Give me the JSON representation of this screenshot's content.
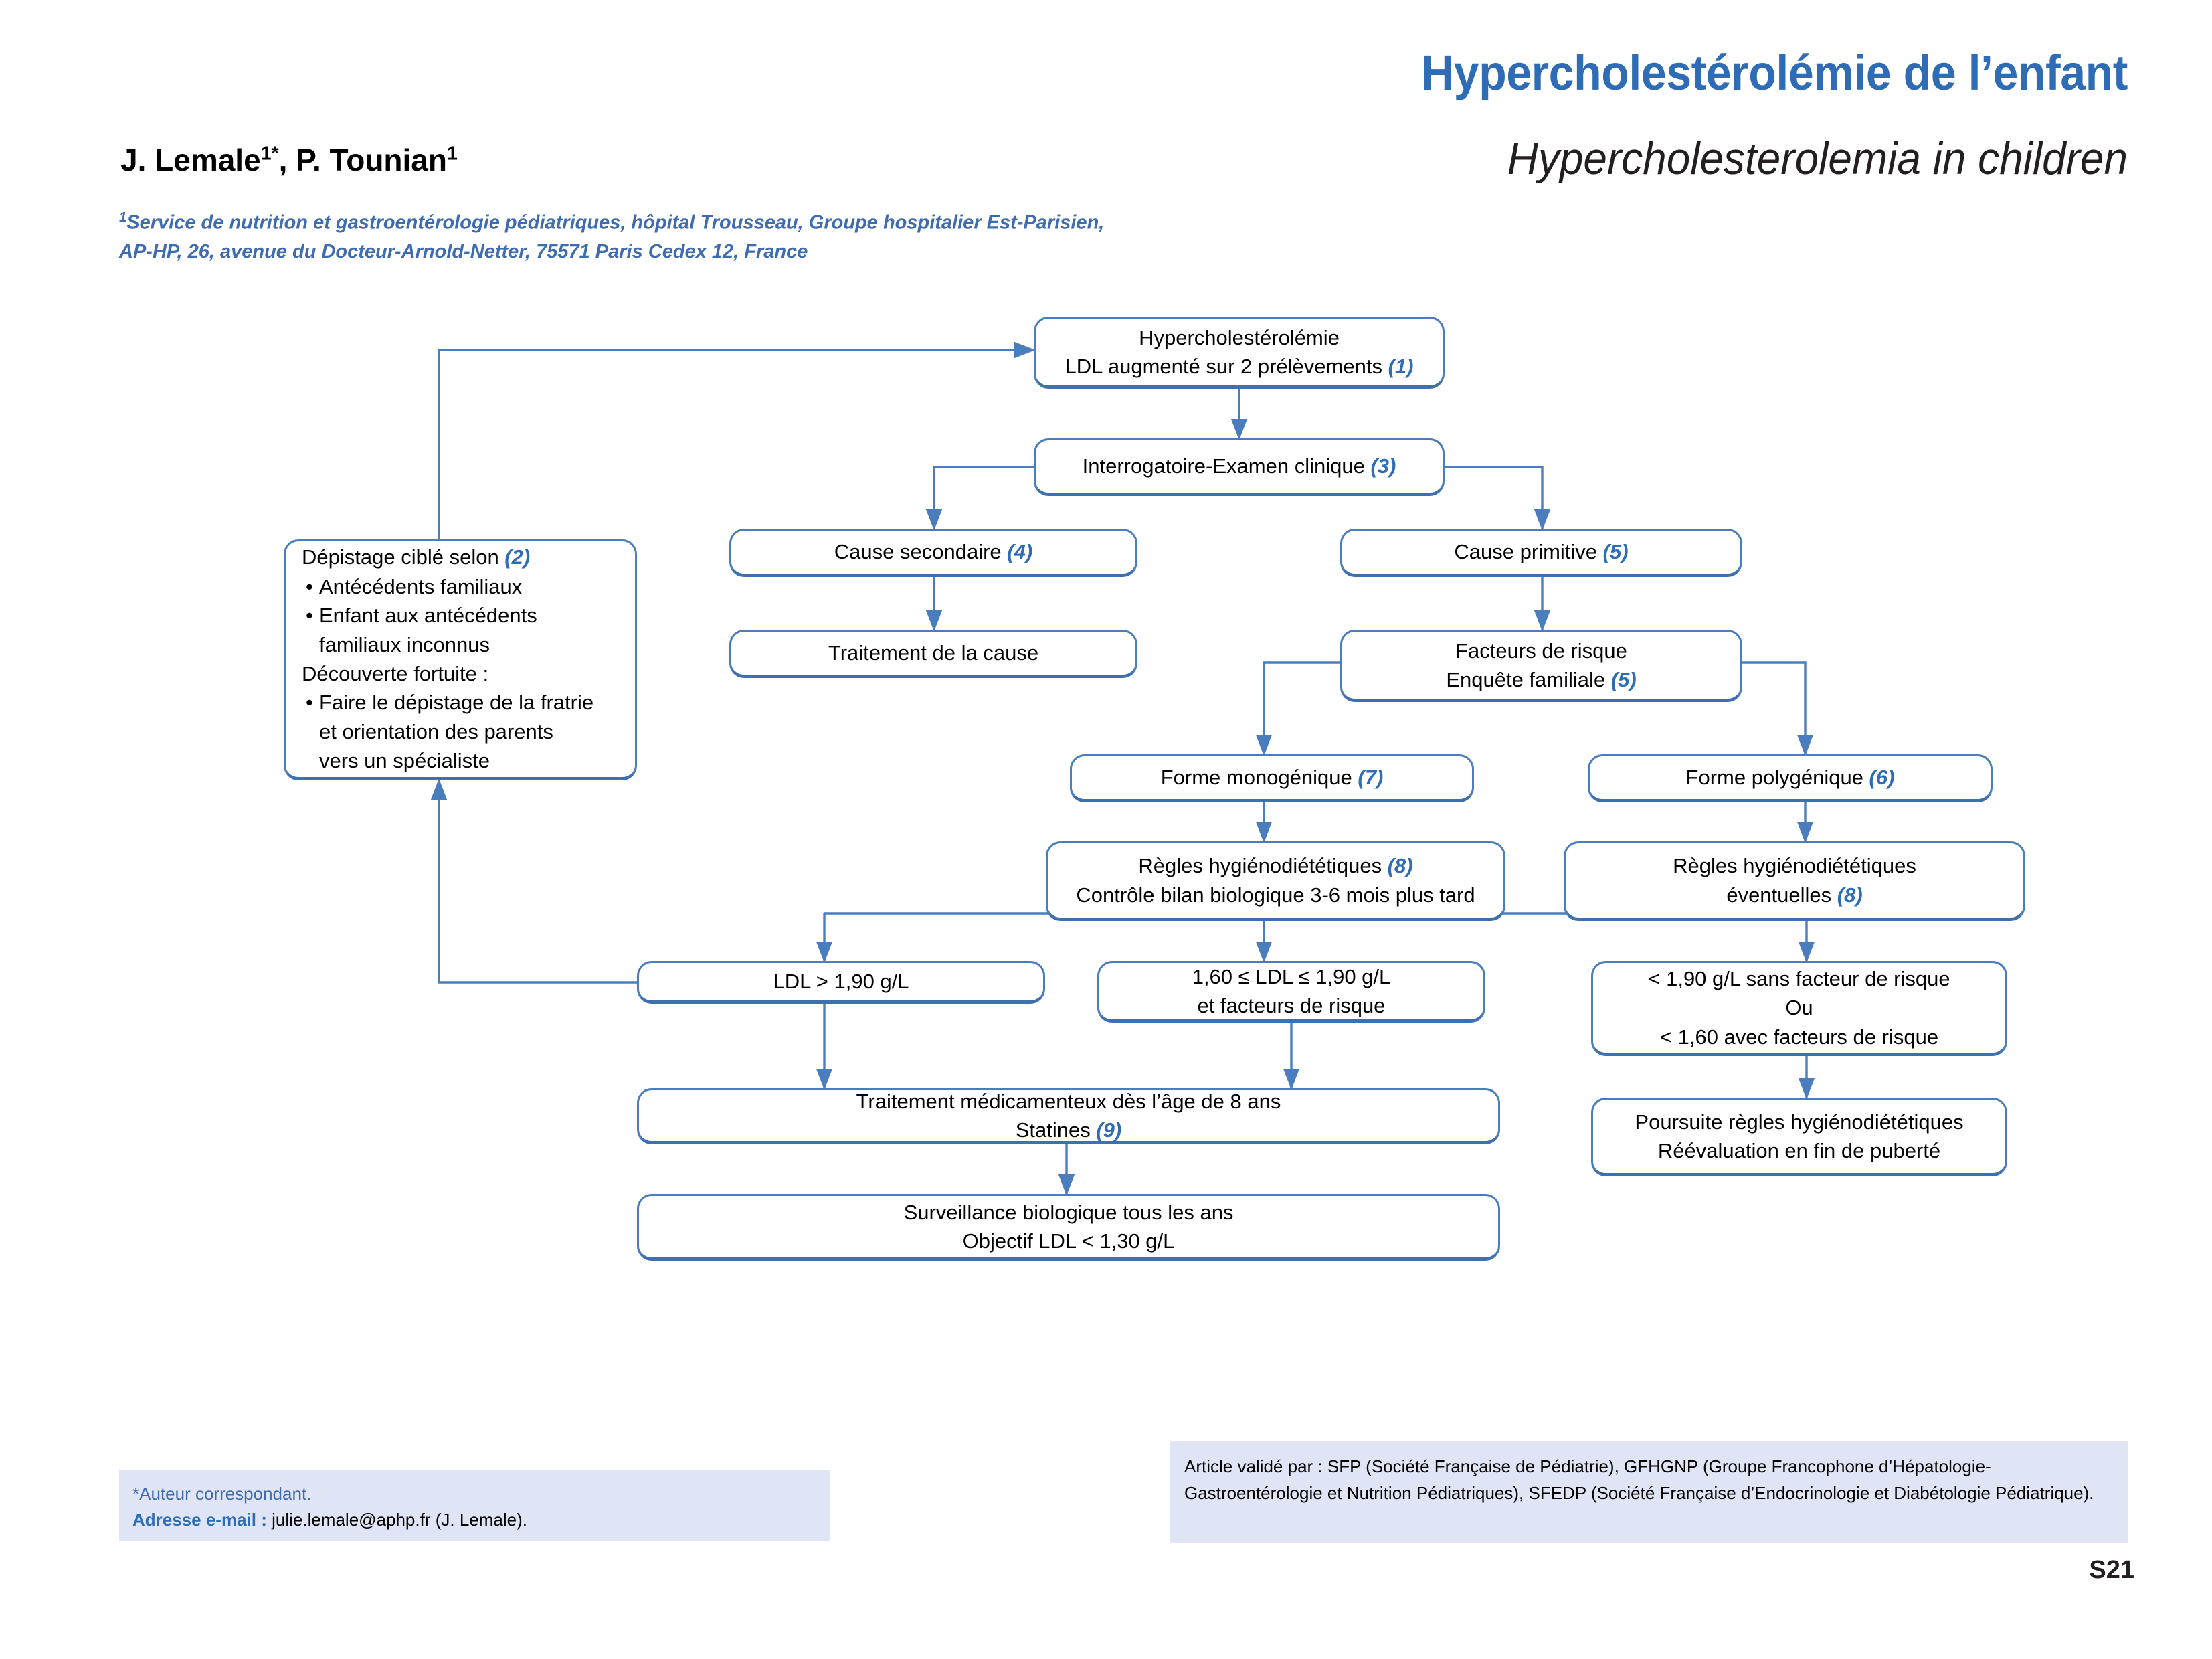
{
  "header": {
    "title_fr": "Hypercholestérolémie de l’enfant",
    "title_en": "Hypercholesterolemia in children",
    "authors": "J. Lemale",
    "authors_sup1": "1*",
    "authors_mid": ", P. Tounian",
    "authors_sup2": "1",
    "affiliation_sup": "1",
    "affiliation_line1": "Service de nutrition et gastroentérologie pédiatriques, hôpital Trousseau, Groupe hospitalier Est-Parisien,",
    "affiliation_line2": "AP-HP, 26, avenue du Docteur-Arnold-Netter, 75571 Paris Cedex 12, France"
  },
  "flowchart": {
    "accent_color": "#2e6cb5",
    "border_color": "#4a7dbd",
    "nodes": {
      "hypercholesterolemie": {
        "line1": "Hypercholestérolémie",
        "line2": "LDL augmenté sur 2 prélèvements ",
        "ref": "(1)"
      },
      "interrogatoire": {
        "line1": "Interrogatoire-Examen clinique ",
        "ref": "(3)"
      },
      "depistage": {
        "heading": "Dépistage ciblé selon ",
        "heading_ref": "(2)",
        "b1": "Antécédents familiaux",
        "b2": "Enfant aux antécédents",
        "b2_cont": "familiaux inconnus",
        "subheading": "Découverte fortuite :",
        "b3": "Faire le dépistage de la fratrie",
        "b3_cont1": "et orientation des parents",
        "b3_cont2": "vers un spécialiste"
      },
      "cause_secondaire": {
        "line1": "Cause secondaire ",
        "ref": "(4)"
      },
      "traitement_cause": {
        "line1": "Traitement de la cause"
      },
      "cause_primitive": {
        "line1": "Cause primitive ",
        "ref": "(5)"
      },
      "facteurs_risque": {
        "line1": "Facteurs de risque",
        "line2": "Enquête familiale ",
        "ref": "(5)"
      },
      "forme_monogenique": {
        "line1": "Forme monogénique ",
        "ref": "(7)"
      },
      "forme_polygenique": {
        "line1": "Forme polygénique ",
        "ref": "(6)"
      },
      "regles_mono": {
        "line1": "Règles hygiénodiététiques ",
        "ref": "(8)",
        "line2": "Contrôle bilan biologique 3-6 mois plus tard"
      },
      "regles_poly": {
        "line1": "Règles hygiénodiététiques",
        "line2": "éventuelles ",
        "ref": "(8)"
      },
      "ldl_high": {
        "line1": "LDL > 1,90 g/L"
      },
      "ldl_mid": {
        "line1": "1,60 ≤ LDL ≤ 1,90 g/L",
        "line2": "et facteurs de risque"
      },
      "ldl_low": {
        "line1": "< 1,90 g/L sans facteur de risque",
        "line2": "Ou",
        "line3": "< 1,60 avec facteurs de risque"
      },
      "traitement_medic": {
        "line1": "Traitement médicamenteux dès l’âge de 8 ans",
        "line2": "Statines ",
        "ref": "(9)"
      },
      "surveillance": {
        "line1": "Surveillance biologique tous les ans",
        "line2": "Objectif LDL < 1,30 g/L"
      },
      "poursuite": {
        "line1": "Poursuite règles hygiénodiététiques",
        "line2": "Réévaluation en fin de puberté"
      }
    }
  },
  "footer": {
    "corresponding_author": "*Auteur correspondant.",
    "email_label": "Adresse e-mail : ",
    "email_value": "julie.lemale@aphp.fr (J. Lemale).",
    "validation": "Article validé par : SFP (Société Française de Pédiatrie), GFHGNP (Groupe Francophone d’Hépatologie-Gastroentérologie et Nutrition Pédiatriques), SFEDP (Société Française d’Endocrinologie et Diabétologie Pédiatrique).",
    "page_number": "S21"
  }
}
